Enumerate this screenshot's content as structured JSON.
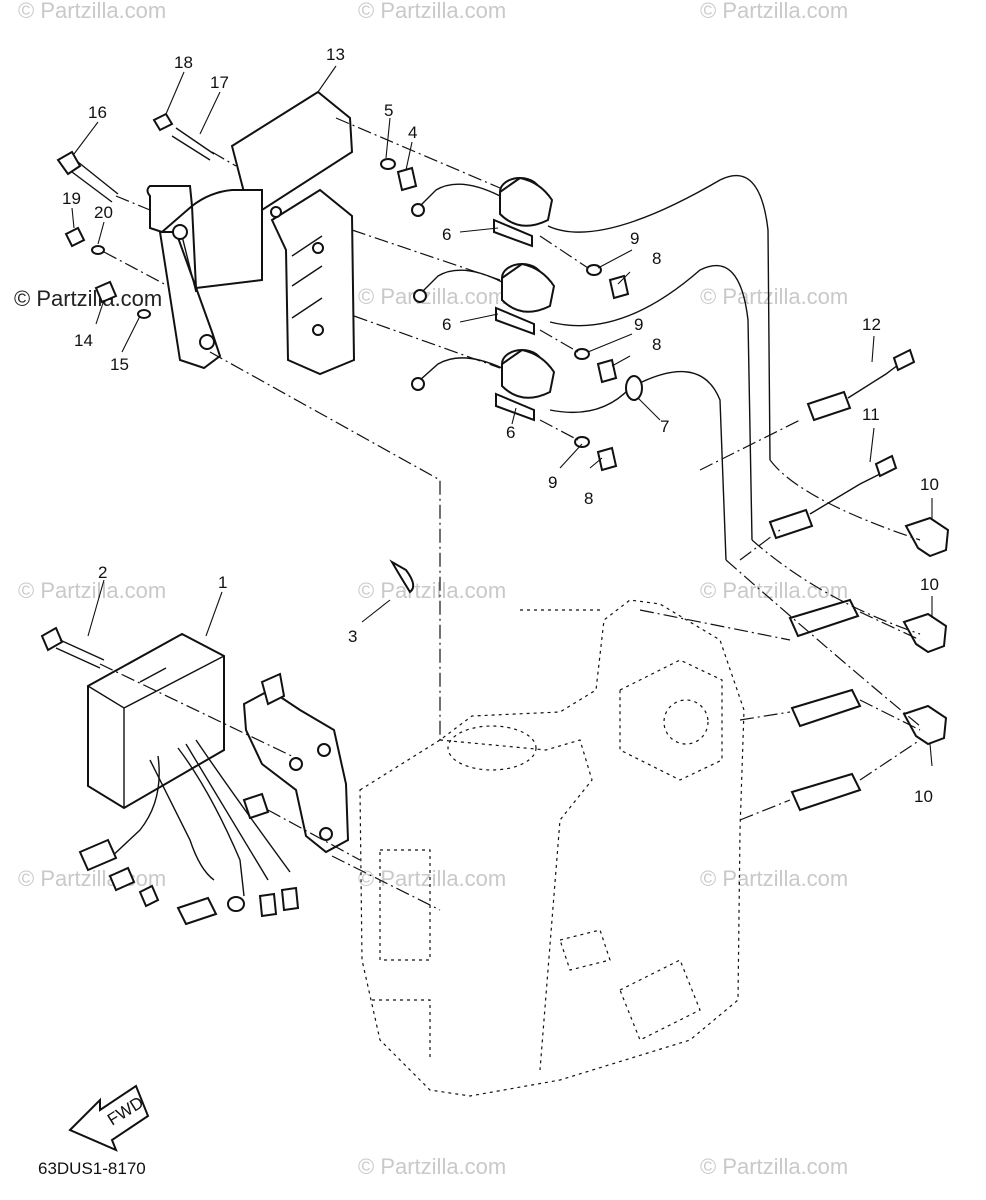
{
  "watermark": "© Partzilla.com",
  "diagram_code": "63DUS1-8170",
  "fwd_label": "FWD",
  "callouts": [
    {
      "id": "c1",
      "text": "1"
    },
    {
      "id": "c2",
      "text": "2"
    },
    {
      "id": "c3",
      "text": "3"
    },
    {
      "id": "c4",
      "text": "4"
    },
    {
      "id": "c5",
      "text": "5"
    },
    {
      "id": "c6a",
      "text": "6"
    },
    {
      "id": "c6b",
      "text": "6"
    },
    {
      "id": "c6c",
      "text": "6"
    },
    {
      "id": "c7",
      "text": "7"
    },
    {
      "id": "c8a",
      "text": "8"
    },
    {
      "id": "c8b",
      "text": "8"
    },
    {
      "id": "c8c",
      "text": "8"
    },
    {
      "id": "c9a",
      "text": "9"
    },
    {
      "id": "c9b",
      "text": "9"
    },
    {
      "id": "c9c",
      "text": "9"
    },
    {
      "id": "c10a",
      "text": "10"
    },
    {
      "id": "c10b",
      "text": "10"
    },
    {
      "id": "c10c",
      "text": "10"
    },
    {
      "id": "c11",
      "text": "11"
    },
    {
      "id": "c12",
      "text": "12"
    },
    {
      "id": "c13",
      "text": "13"
    },
    {
      "id": "c14",
      "text": "14"
    },
    {
      "id": "c15",
      "text": "15"
    },
    {
      "id": "c16",
      "text": "16"
    },
    {
      "id": "c17",
      "text": "17"
    },
    {
      "id": "c18",
      "text": "18"
    },
    {
      "id": "c19",
      "text": "19"
    },
    {
      "id": "c20",
      "text": "20"
    }
  ]
}
